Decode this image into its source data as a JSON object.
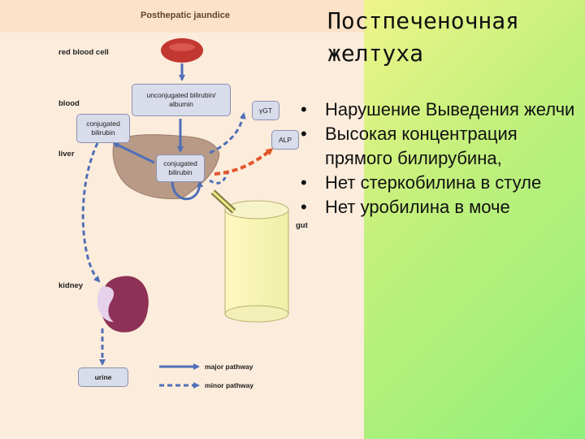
{
  "figure": {
    "title": "Posthepatic jaundice",
    "labels": {
      "red_blood_cell": "red blood cell",
      "blood": "blood",
      "liver": "liver",
      "kidney": "kidney",
      "gut": "gut"
    },
    "boxes": {
      "unconj_line1": "unconjugated bilirubin/",
      "unconj_line2": "albumin",
      "conj_blood_line1": "conjugated",
      "conj_blood_line2": "bilirubin",
      "conj_liver_line1": "conjugated",
      "conj_liver_line2": "bilirubin",
      "ggt": "γGT",
      "alp": "ALP",
      "urine": "urine"
    },
    "legend": {
      "major": "major pathway",
      "minor": "minor pathway"
    },
    "colors": {
      "pathway": "#4f6fb8",
      "enzyme_arrow": "#e2552a",
      "rbc": "#c2372f",
      "liver": "#b89a86",
      "kidney": "#8e3157"
    }
  },
  "slide": {
    "title_line1": "Постпеченочная",
    "title_line2": "желтуха",
    "bullet_char": "•",
    "bullets": [
      "Нарушение Выведения желчи",
      "Высокая концентрация прямого билирубина,",
      "Нет стеркобилина в стуле",
      "Нет уробилина в моче"
    ]
  }
}
